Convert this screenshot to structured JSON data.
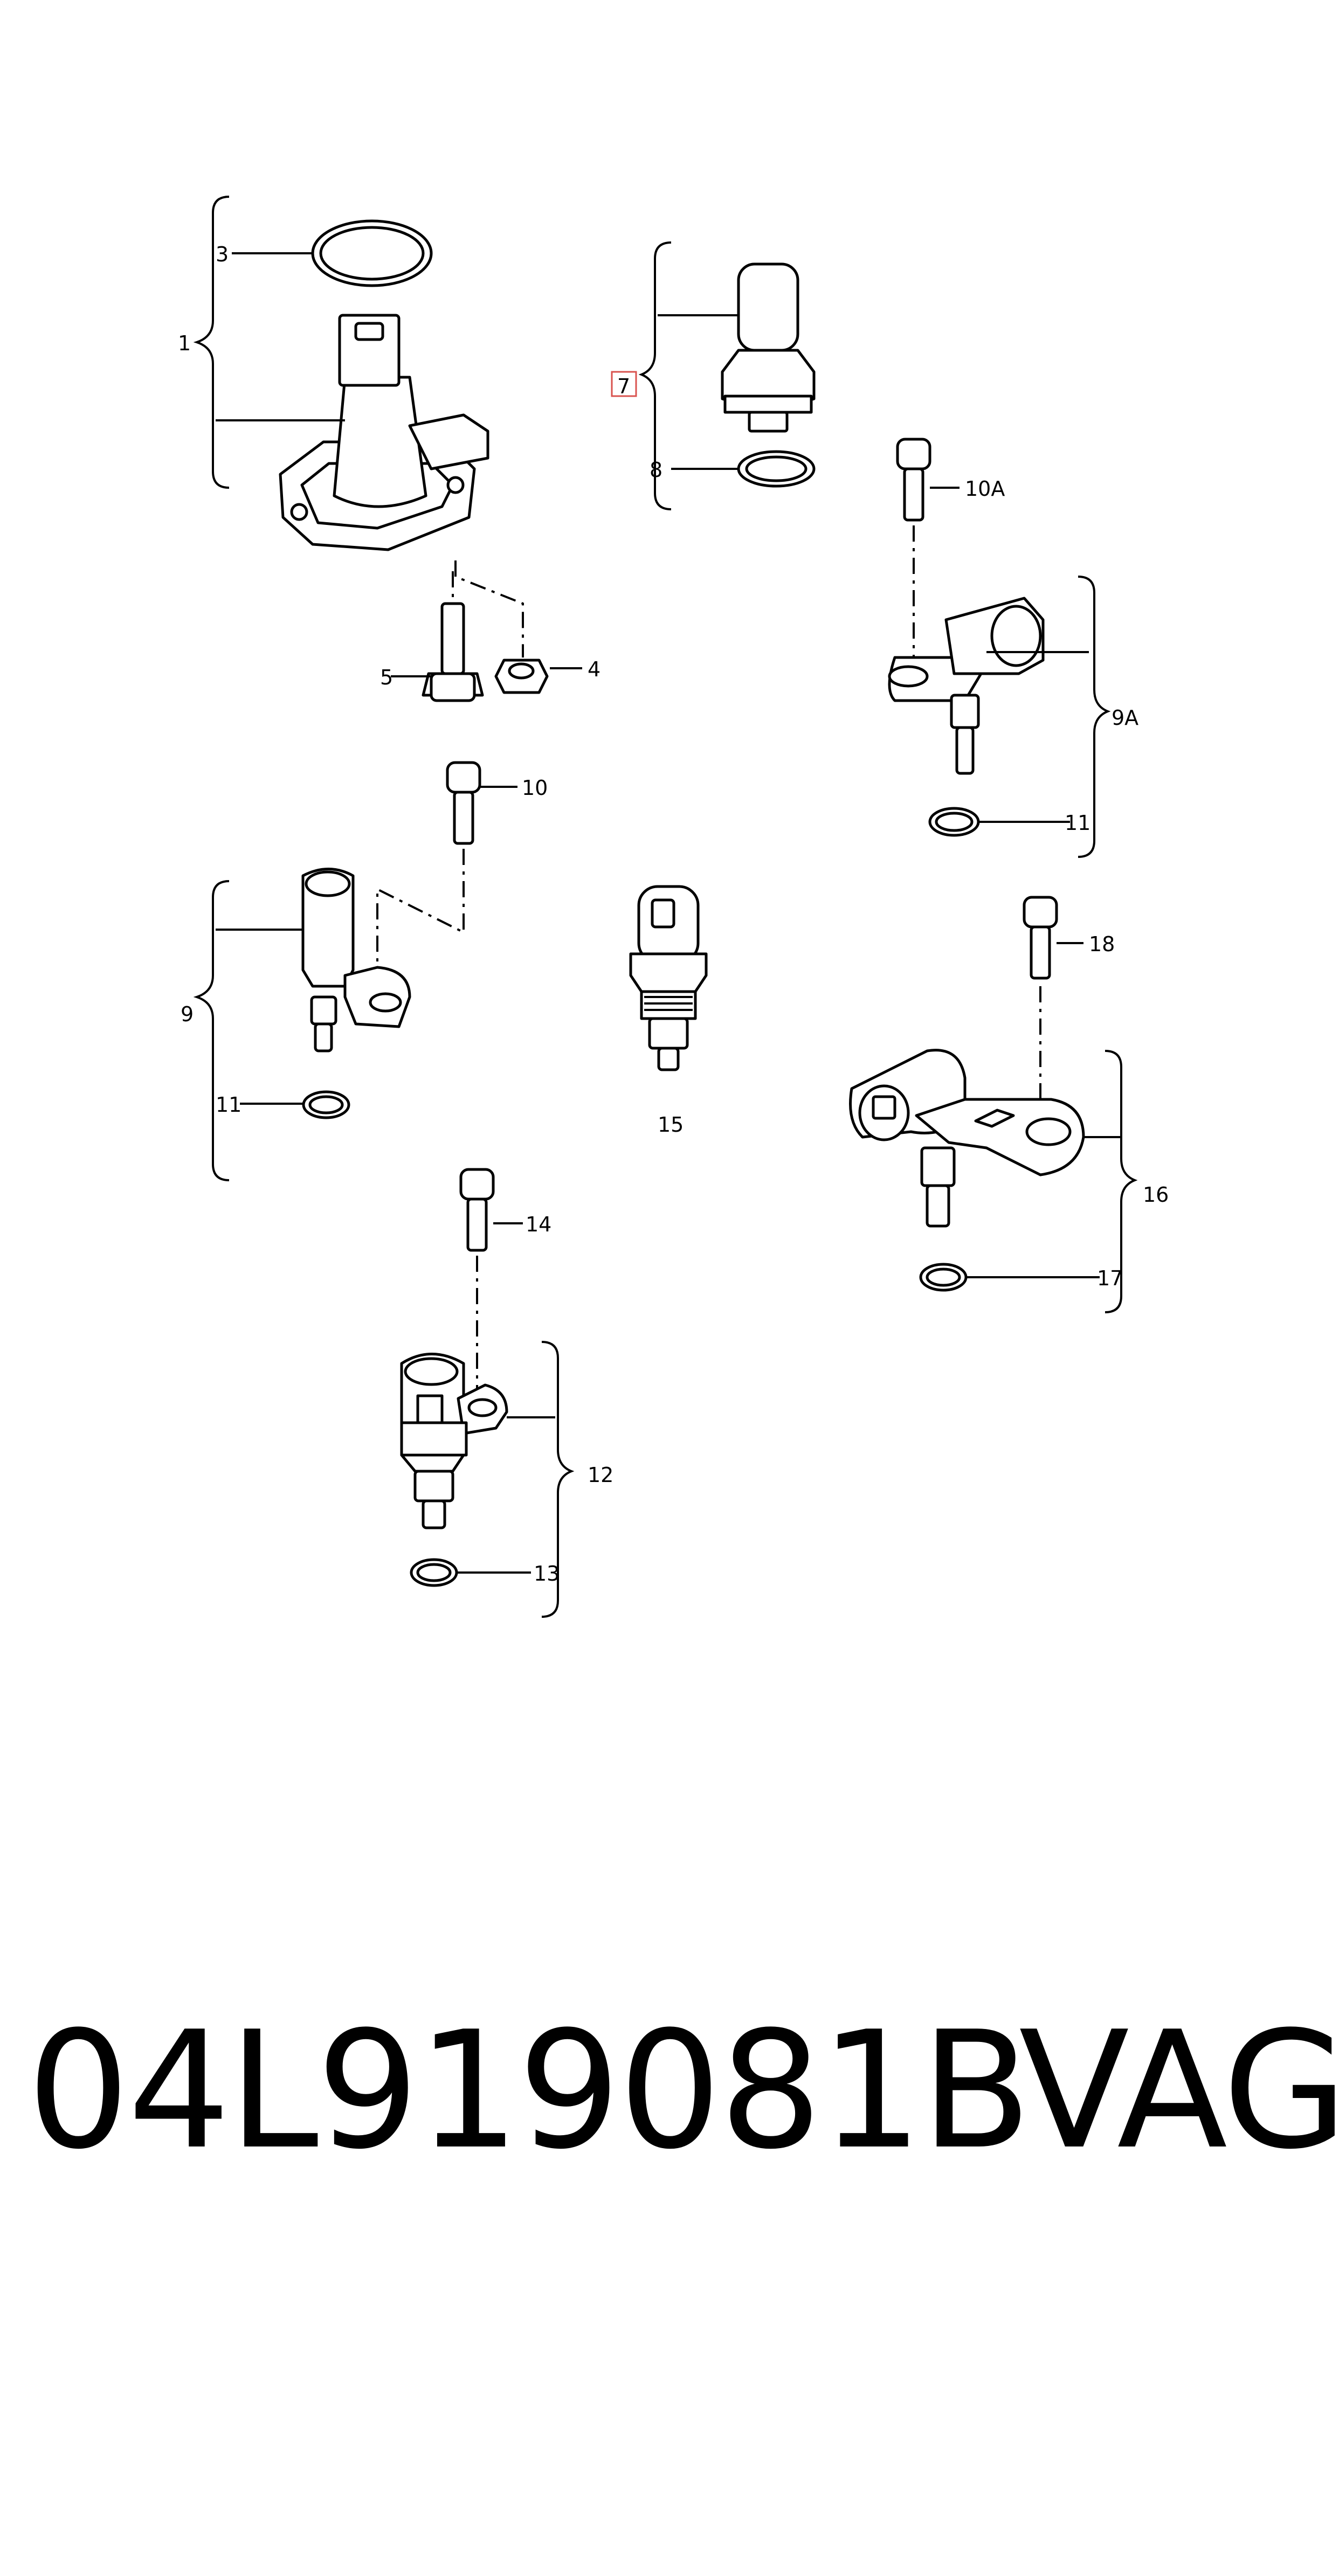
{
  "callouts": {
    "c1": "1",
    "c3": "3",
    "c4": "4",
    "c5": "5",
    "c7": "7",
    "c8": "8",
    "c9": "9",
    "c9A": "9A",
    "c10": "10",
    "c10A": "10A",
    "c11a": "11",
    "c11b": "11",
    "c12": "12",
    "c13": "13",
    "c14": "14",
    "c15": "15",
    "c16": "16",
    "c17": "17",
    "c18": "18"
  },
  "highlight_color": "#d9534f",
  "footer": {
    "part_number": "04L919081B",
    "brand": "VAG"
  }
}
